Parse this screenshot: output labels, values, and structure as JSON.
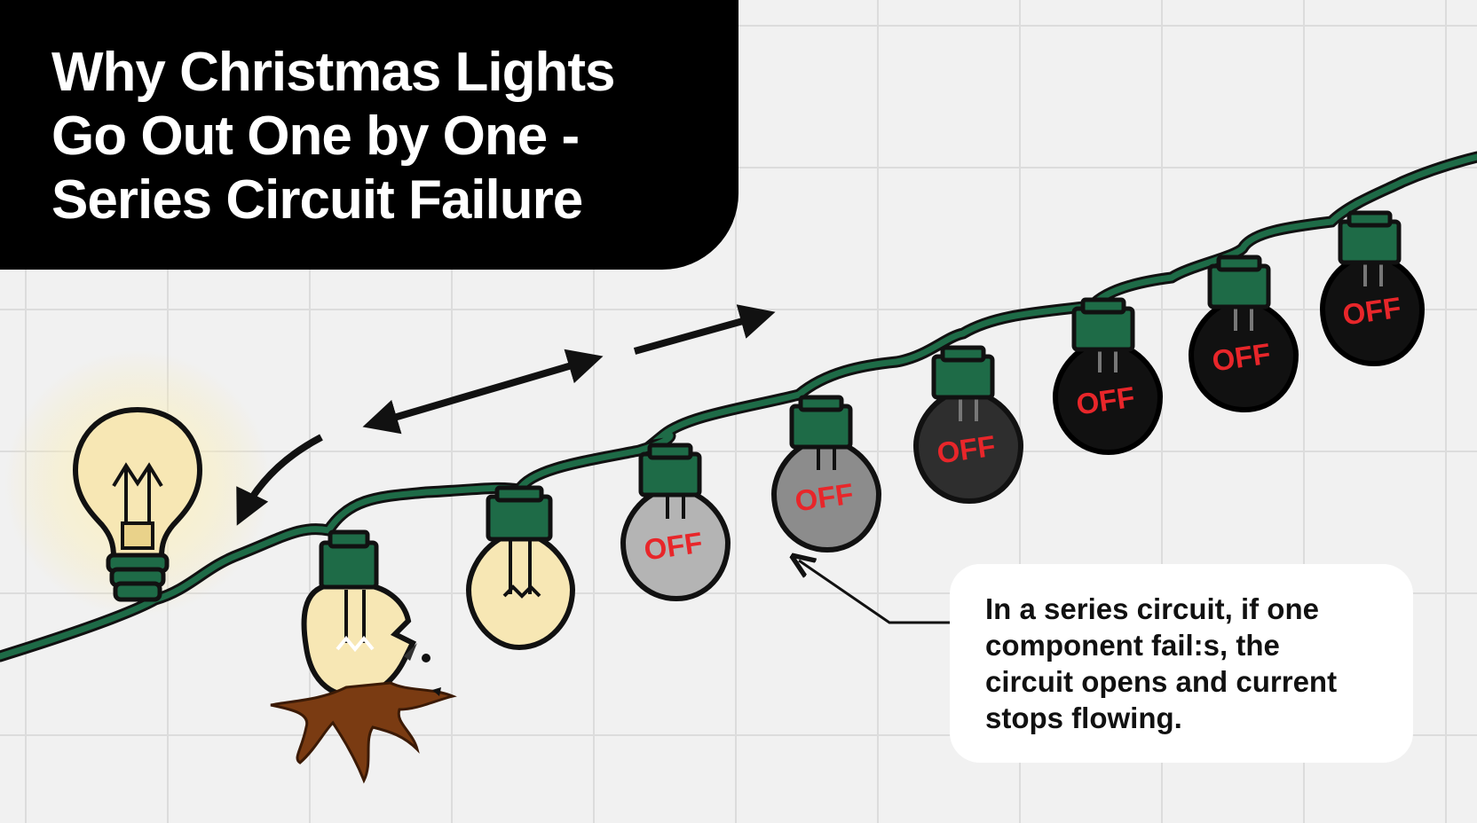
{
  "title_lines": [
    "Why Christmas Lights",
    "Go Out One by One -",
    "Series Circuit Failure"
  ],
  "callout_lines": [
    "In a series circuit, if one",
    "component fail:s, the",
    "circuit opens and current",
    "stops flowing."
  ],
  "bulb_labels": {
    "b4": "OFF",
    "b5": "OFF",
    "b6": "OFF",
    "b7": "OFF",
    "b8": "OFF",
    "b9": "OFF"
  },
  "colors": {
    "wire": "#1e6b47",
    "socket": "#1e6b47",
    "lit_glass": "#f7e7b4",
    "off_light_glass": "#b4b4b4",
    "off_mid_glass": "#8c8c8c",
    "off_dark_glass": "#2e2e2e",
    "off_black_glass": "#111111",
    "off_text": "#e8262a",
    "title_bg": "#000000"
  },
  "icons": [
    "light-bulb-icon",
    "broken-bulb-icon",
    "flow-arrow-icon"
  ]
}
